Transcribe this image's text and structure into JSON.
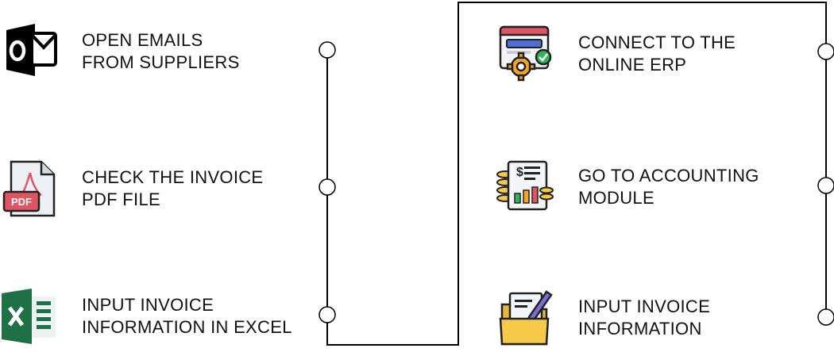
{
  "colors": {
    "line": "#000000",
    "outlook": "#000000",
    "pdf_red": "#e05563",
    "excel_green": "#1e7145",
    "gear_orange": "#f5a623",
    "check_green": "#2fb65a",
    "browser_blue": "#4b6fd6",
    "folder_yellow": "#f7c948"
  },
  "steps_left": [
    {
      "line1": "OPEN EMAILS",
      "line2": "FROM SUPPLIERS",
      "icon": "outlook-icon"
    },
    {
      "line1": "CHECK THE INVOICE",
      "line2": "PDF FILE",
      "icon": "pdf-file-icon",
      "badge": "PDF"
    },
    {
      "line1": "INPUT INVOICE",
      "line2": "INFORMATION IN EXCEL",
      "icon": "excel-icon"
    }
  ],
  "steps_right": [
    {
      "line1": "CONNECT TO THE",
      "line2": "ONLINE ERP",
      "icon": "erp-browser-gear-icon"
    },
    {
      "line1": "GO TO ACCOUNTING",
      "line2": "MODULE",
      "icon": "accounting-report-icon",
      "symbol": "$"
    },
    {
      "line1": "INPUT INVOICE",
      "line2": "INFORMATION",
      "icon": "folder-edit-icon"
    }
  ]
}
